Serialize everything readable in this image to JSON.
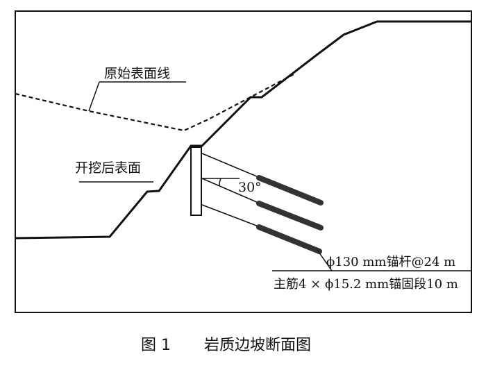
{
  "labels": {
    "original_surface": "原始表面线",
    "excavated_surface": "开挖后表面",
    "angle": "30°",
    "anchor_spec": "ϕ130 mm锚杆@24 m",
    "bar_spec": "主筋4 × ϕ15.2 mm锚固段10 m"
  },
  "caption": {
    "number": "图 1",
    "title": "岩质边坡断面图"
  },
  "colors": {
    "line": "#111111",
    "anchor_bar": "#333333",
    "background": "#ffffff"
  }
}
